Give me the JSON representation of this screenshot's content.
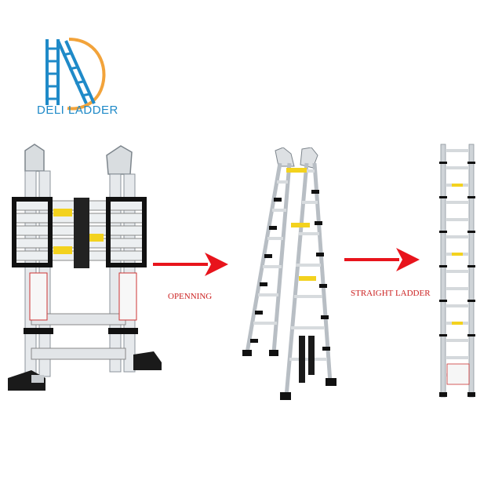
{
  "brand": {
    "name": "DELI LADDER",
    "color": "#1f8ac8",
    "accent": "#f2a33a"
  },
  "steps": {
    "opening_label": "OPENNING",
    "straight_label": "STRAIGHT LADDER"
  },
  "arrow_color": "#e8141c",
  "icons": [
    "folded-ladder-icon",
    "a-frame-ladder-icon",
    "straight-ladder-icon",
    "right-arrow-icon"
  ]
}
